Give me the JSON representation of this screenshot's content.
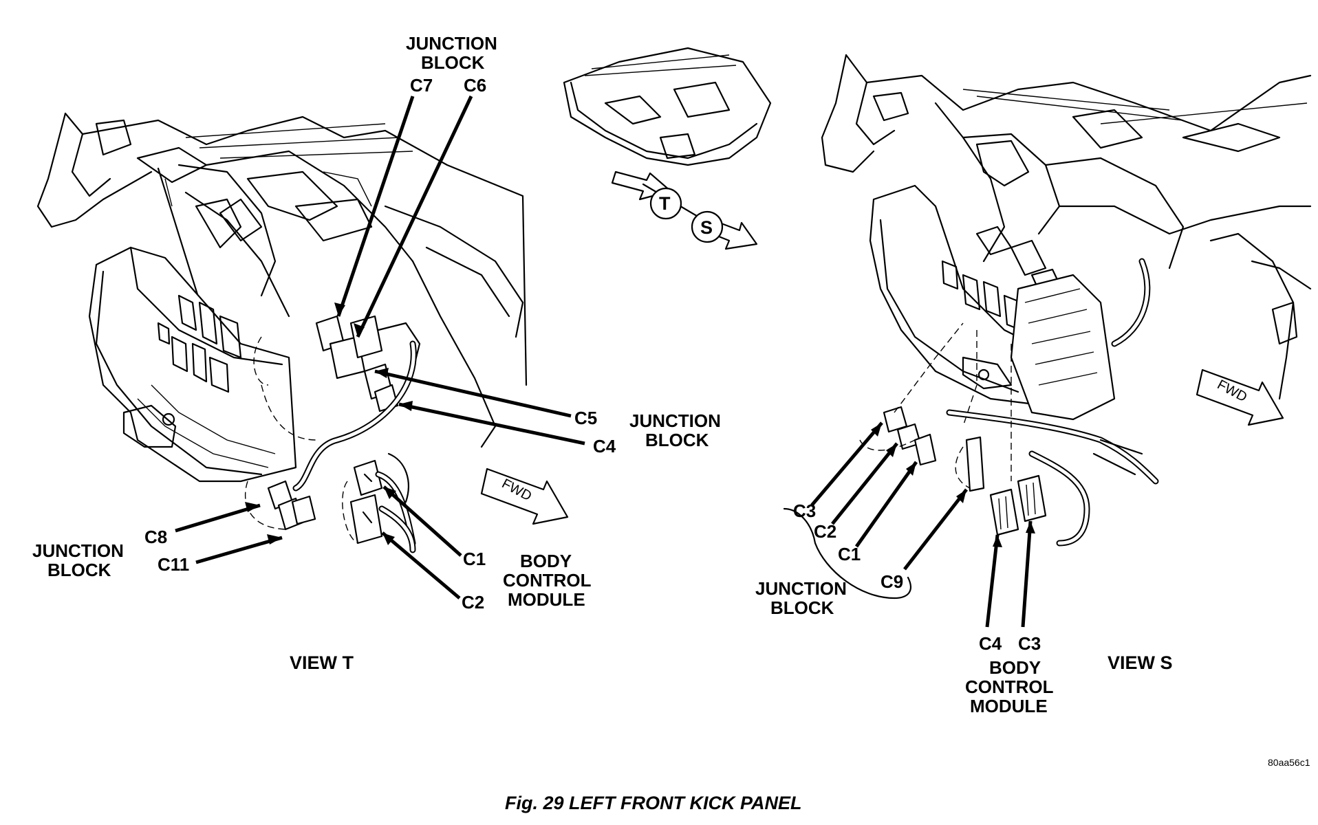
{
  "labels": {
    "junction_block_top_left_1": "JUNCTION",
    "junction_block_top_left_2": "BLOCK",
    "c7": "C7",
    "c6": "C6",
    "c5": "C5",
    "c4_t": "C4",
    "junction_block_mid_1": "JUNCTION",
    "junction_block_mid_2": "BLOCK",
    "c8": "C8",
    "c11": "C11",
    "junction_block_bl_1": "JUNCTION",
    "junction_block_bl_2": "BLOCK",
    "c1_t": "C1",
    "c2_t": "C2",
    "bcm_t_1": "BODY",
    "bcm_t_2": "CONTROL",
    "bcm_t_3": "MODULE",
    "view_t": "VIEW T",
    "arrow_t": "T",
    "arrow_s": "S",
    "fwd_t": "FWD",
    "fwd_s": "FWD",
    "c3_s": "C3",
    "c2_s": "C2",
    "c1_s": "C1",
    "c9": "C9",
    "junction_block_s_1": "JUNCTION",
    "junction_block_s_2": "BLOCK",
    "c4_s": "C4",
    "c3_bcm_s": "C3",
    "bcm_s_1": "BODY",
    "bcm_s_2": "CONTROL",
    "bcm_s_3": "MODULE",
    "view_s": "VIEW S",
    "image_code": "80aa56c1",
    "caption": "Fig. 29 LEFT FRONT KICK PANEL"
  }
}
